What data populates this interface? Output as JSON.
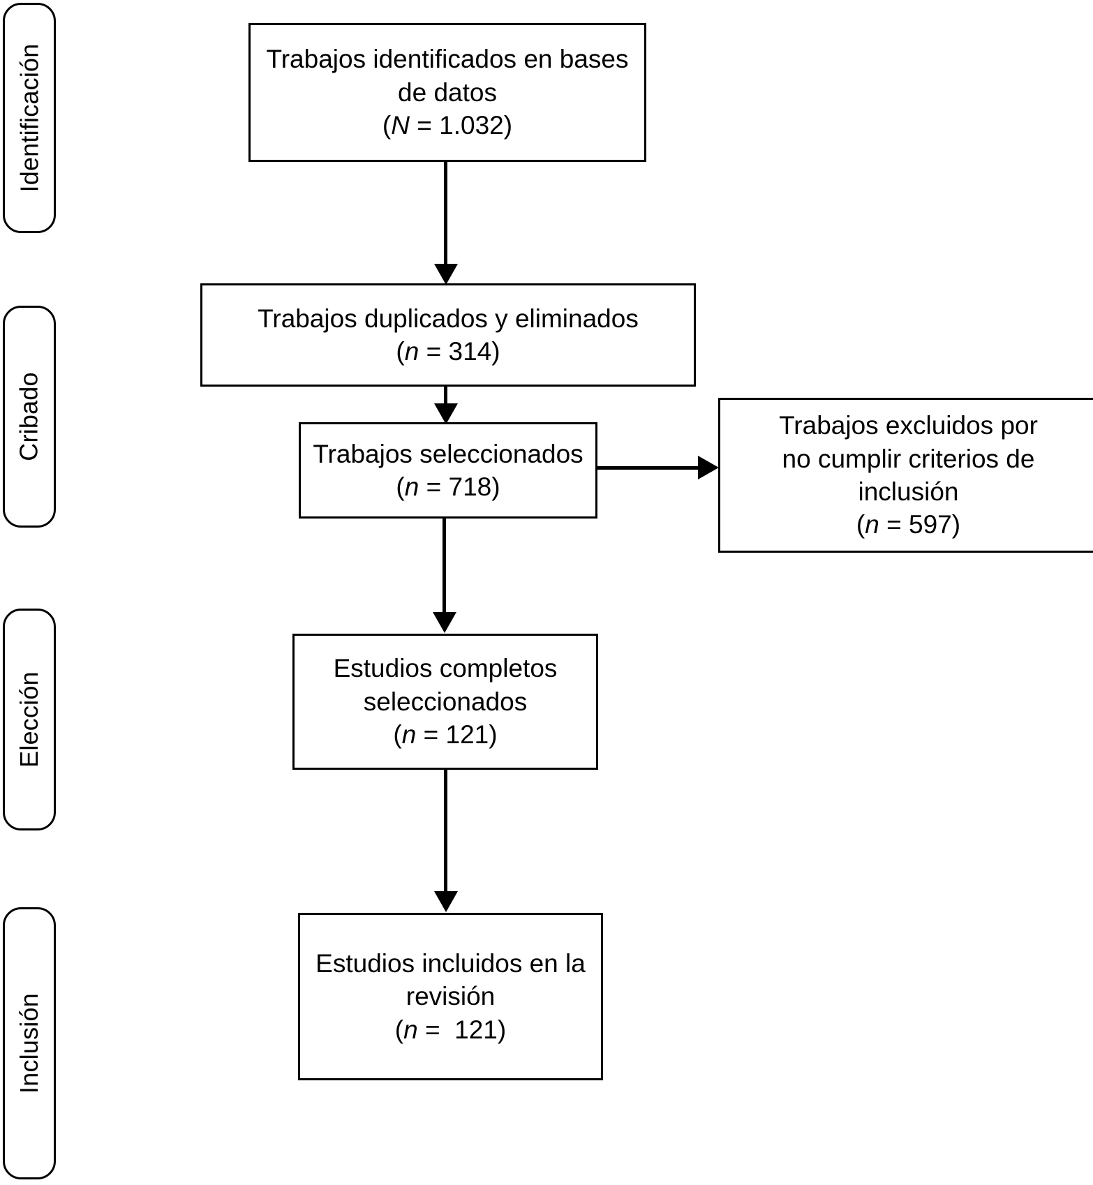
{
  "diagram": {
    "type": "prisma-flow-diagram",
    "language": "es",
    "stages": [
      {
        "id": "identificacion",
        "label": "Identificación"
      },
      {
        "id": "cribado",
        "label": "Cribado"
      },
      {
        "id": "eleccion",
        "label": "Elección"
      },
      {
        "id": "inclusion",
        "label": "Inclusión"
      }
    ],
    "boxes": [
      {
        "id": "identificados",
        "line1": "Trabajos identificados en bases",
        "line2": "de datos",
        "count_symbol": "N",
        "count_value": "1.032",
        "count_text": "(N = 1.032)"
      },
      {
        "id": "duplicados",
        "line1": "Trabajos duplicados y eliminados",
        "line2": "",
        "count_symbol": "n",
        "count_value": "314",
        "count_text": "(n = 314)"
      },
      {
        "id": "seleccionados",
        "line1": "Trabajos seleccionados",
        "line2": "",
        "count_symbol": "n",
        "count_value": "718",
        "count_text": "(n = 718)"
      },
      {
        "id": "excluidos",
        "line1": "Trabajos excluidos por",
        "line2": "no cumplir criterios de",
        "line3": "inclusión",
        "count_symbol": "n",
        "count_value": "597",
        "count_text": "(n = 597)"
      },
      {
        "id": "completos",
        "line1": "Estudios completos",
        "line2": "seleccionados",
        "count_symbol": "n",
        "count_value": "121",
        "count_text": "(n = 121)"
      },
      {
        "id": "incluidos",
        "line1": "Estudios incluidos en la",
        "line2": "revisión",
        "count_symbol": "n",
        "count_value": "121",
        "count_text": "(n =  121)"
      }
    ]
  },
  "chart_data": {
    "type": "diagram",
    "title": "",
    "nodes": [
      {
        "id": "identificados",
        "stage": "Identificación",
        "label": "Trabajos identificados en bases de datos",
        "n": 1032,
        "n_symbol": "N"
      },
      {
        "id": "duplicados",
        "stage": "Cribado",
        "label": "Trabajos duplicados y eliminados",
        "n": 314,
        "n_symbol": "n"
      },
      {
        "id": "seleccionados",
        "stage": "Cribado",
        "label": "Trabajos seleccionados",
        "n": 718,
        "n_symbol": "n"
      },
      {
        "id": "excluidos",
        "stage": "Cribado",
        "label": "Trabajos excluidos por no cumplir criterios de inclusión",
        "n": 597,
        "n_symbol": "n"
      },
      {
        "id": "completos",
        "stage": "Elección",
        "label": "Estudios completos seleccionados",
        "n": 121,
        "n_symbol": "n"
      },
      {
        "id": "incluidos",
        "stage": "Inclusión",
        "label": "Estudios incluidos en la revisión",
        "n": 121,
        "n_symbol": "n"
      }
    ],
    "edges": [
      {
        "from": "identificados",
        "to": "duplicados",
        "direction": "down"
      },
      {
        "from": "duplicados",
        "to": "seleccionados",
        "direction": "down"
      },
      {
        "from": "seleccionados",
        "to": "excluidos",
        "direction": "right"
      },
      {
        "from": "seleccionados",
        "to": "completos",
        "direction": "down"
      },
      {
        "from": "completos",
        "to": "incluidos",
        "direction": "down"
      }
    ]
  }
}
